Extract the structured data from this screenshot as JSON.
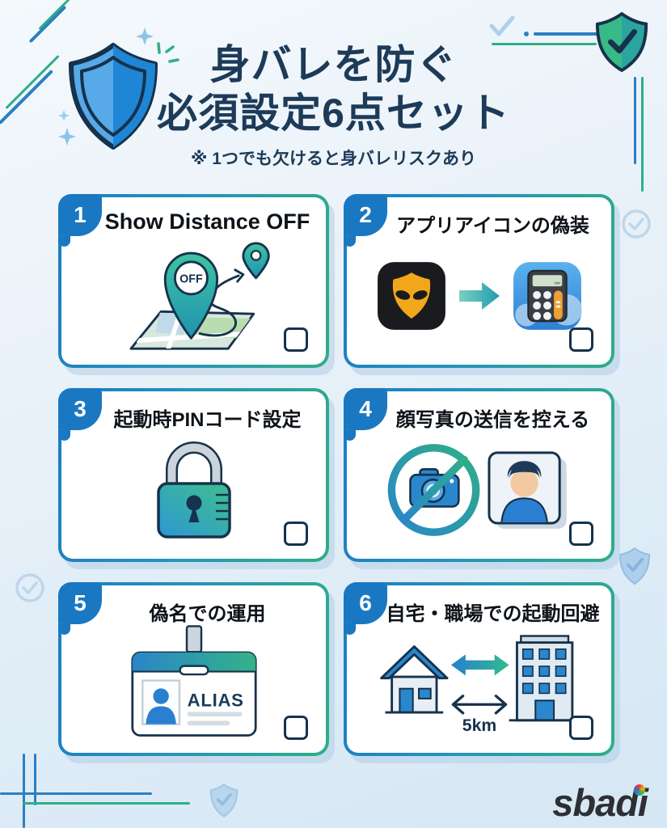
{
  "header": {
    "title_line1": "身バレを防ぐ",
    "title_line2": "必須設定6点セット",
    "subtitle": "※ 1つでも欠けると身バレリスクあり"
  },
  "cards": [
    {
      "number": "1",
      "title": "Show Distance OFF",
      "icon": "map-pin-off-icon",
      "pin_label": "OFF",
      "checked": false
    },
    {
      "number": "2",
      "title": "アプリアイコンの偽装",
      "icon": "app-disguise-icon",
      "checked": false
    },
    {
      "number": "3",
      "title": "起動時PINコード設定",
      "icon": "pin-lock-icon",
      "checked": false
    },
    {
      "number": "4",
      "title": "顔写真の送信を控える",
      "icon": "no-face-photo-icon",
      "checked": false
    },
    {
      "number": "5",
      "title": "偽名での運用",
      "icon": "alias-id-badge-icon",
      "badge_label": "ALIAS",
      "checked": false
    },
    {
      "number": "6",
      "title": "自宅・職場での起動回避",
      "icon": "home-work-distance-icon",
      "distance_label": "5km",
      "checked": false
    }
  ],
  "footer": {
    "logo_text": "sbadi"
  },
  "colors": {
    "accent_blue": "#1a78c2",
    "accent_green": "#2fae87",
    "navy": "#16324c",
    "title_navy": "#1d3b59",
    "card_bg": "#ffffff",
    "page_bg": "#e4eff8",
    "grindr_yellow": "#f2a71b",
    "orange": "#f0a030"
  }
}
